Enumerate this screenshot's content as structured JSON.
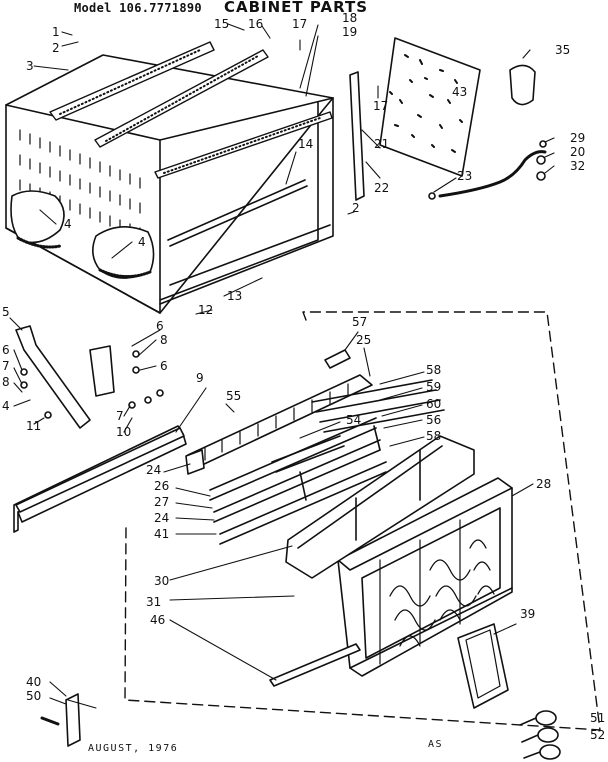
{
  "header": {
    "model": "Model 106.7771890",
    "title": "CABINET PARTS"
  },
  "footer": {
    "date": "AUGUST, 1976",
    "code": "AS"
  },
  "callouts": [
    "1",
    "2",
    "3",
    "15",
    "16",
    "17",
    "18",
    "19",
    "35",
    "17",
    "43",
    "21",
    "22",
    "29",
    "20",
    "32",
    "23",
    "2",
    "4",
    "4",
    "14",
    "13",
    "12",
    "5",
    "6",
    "7",
    "8",
    "4",
    "11",
    "6",
    "8",
    "6",
    "7",
    "10",
    "9",
    "55",
    "57",
    "25",
    "58",
    "59",
    "60",
    "56",
    "58",
    "54",
    "24",
    "26",
    "27",
    "24",
    "41",
    "28",
    "30",
    "31",
    "46",
    "39",
    "40",
    "50",
    "51",
    "52"
  ]
}
